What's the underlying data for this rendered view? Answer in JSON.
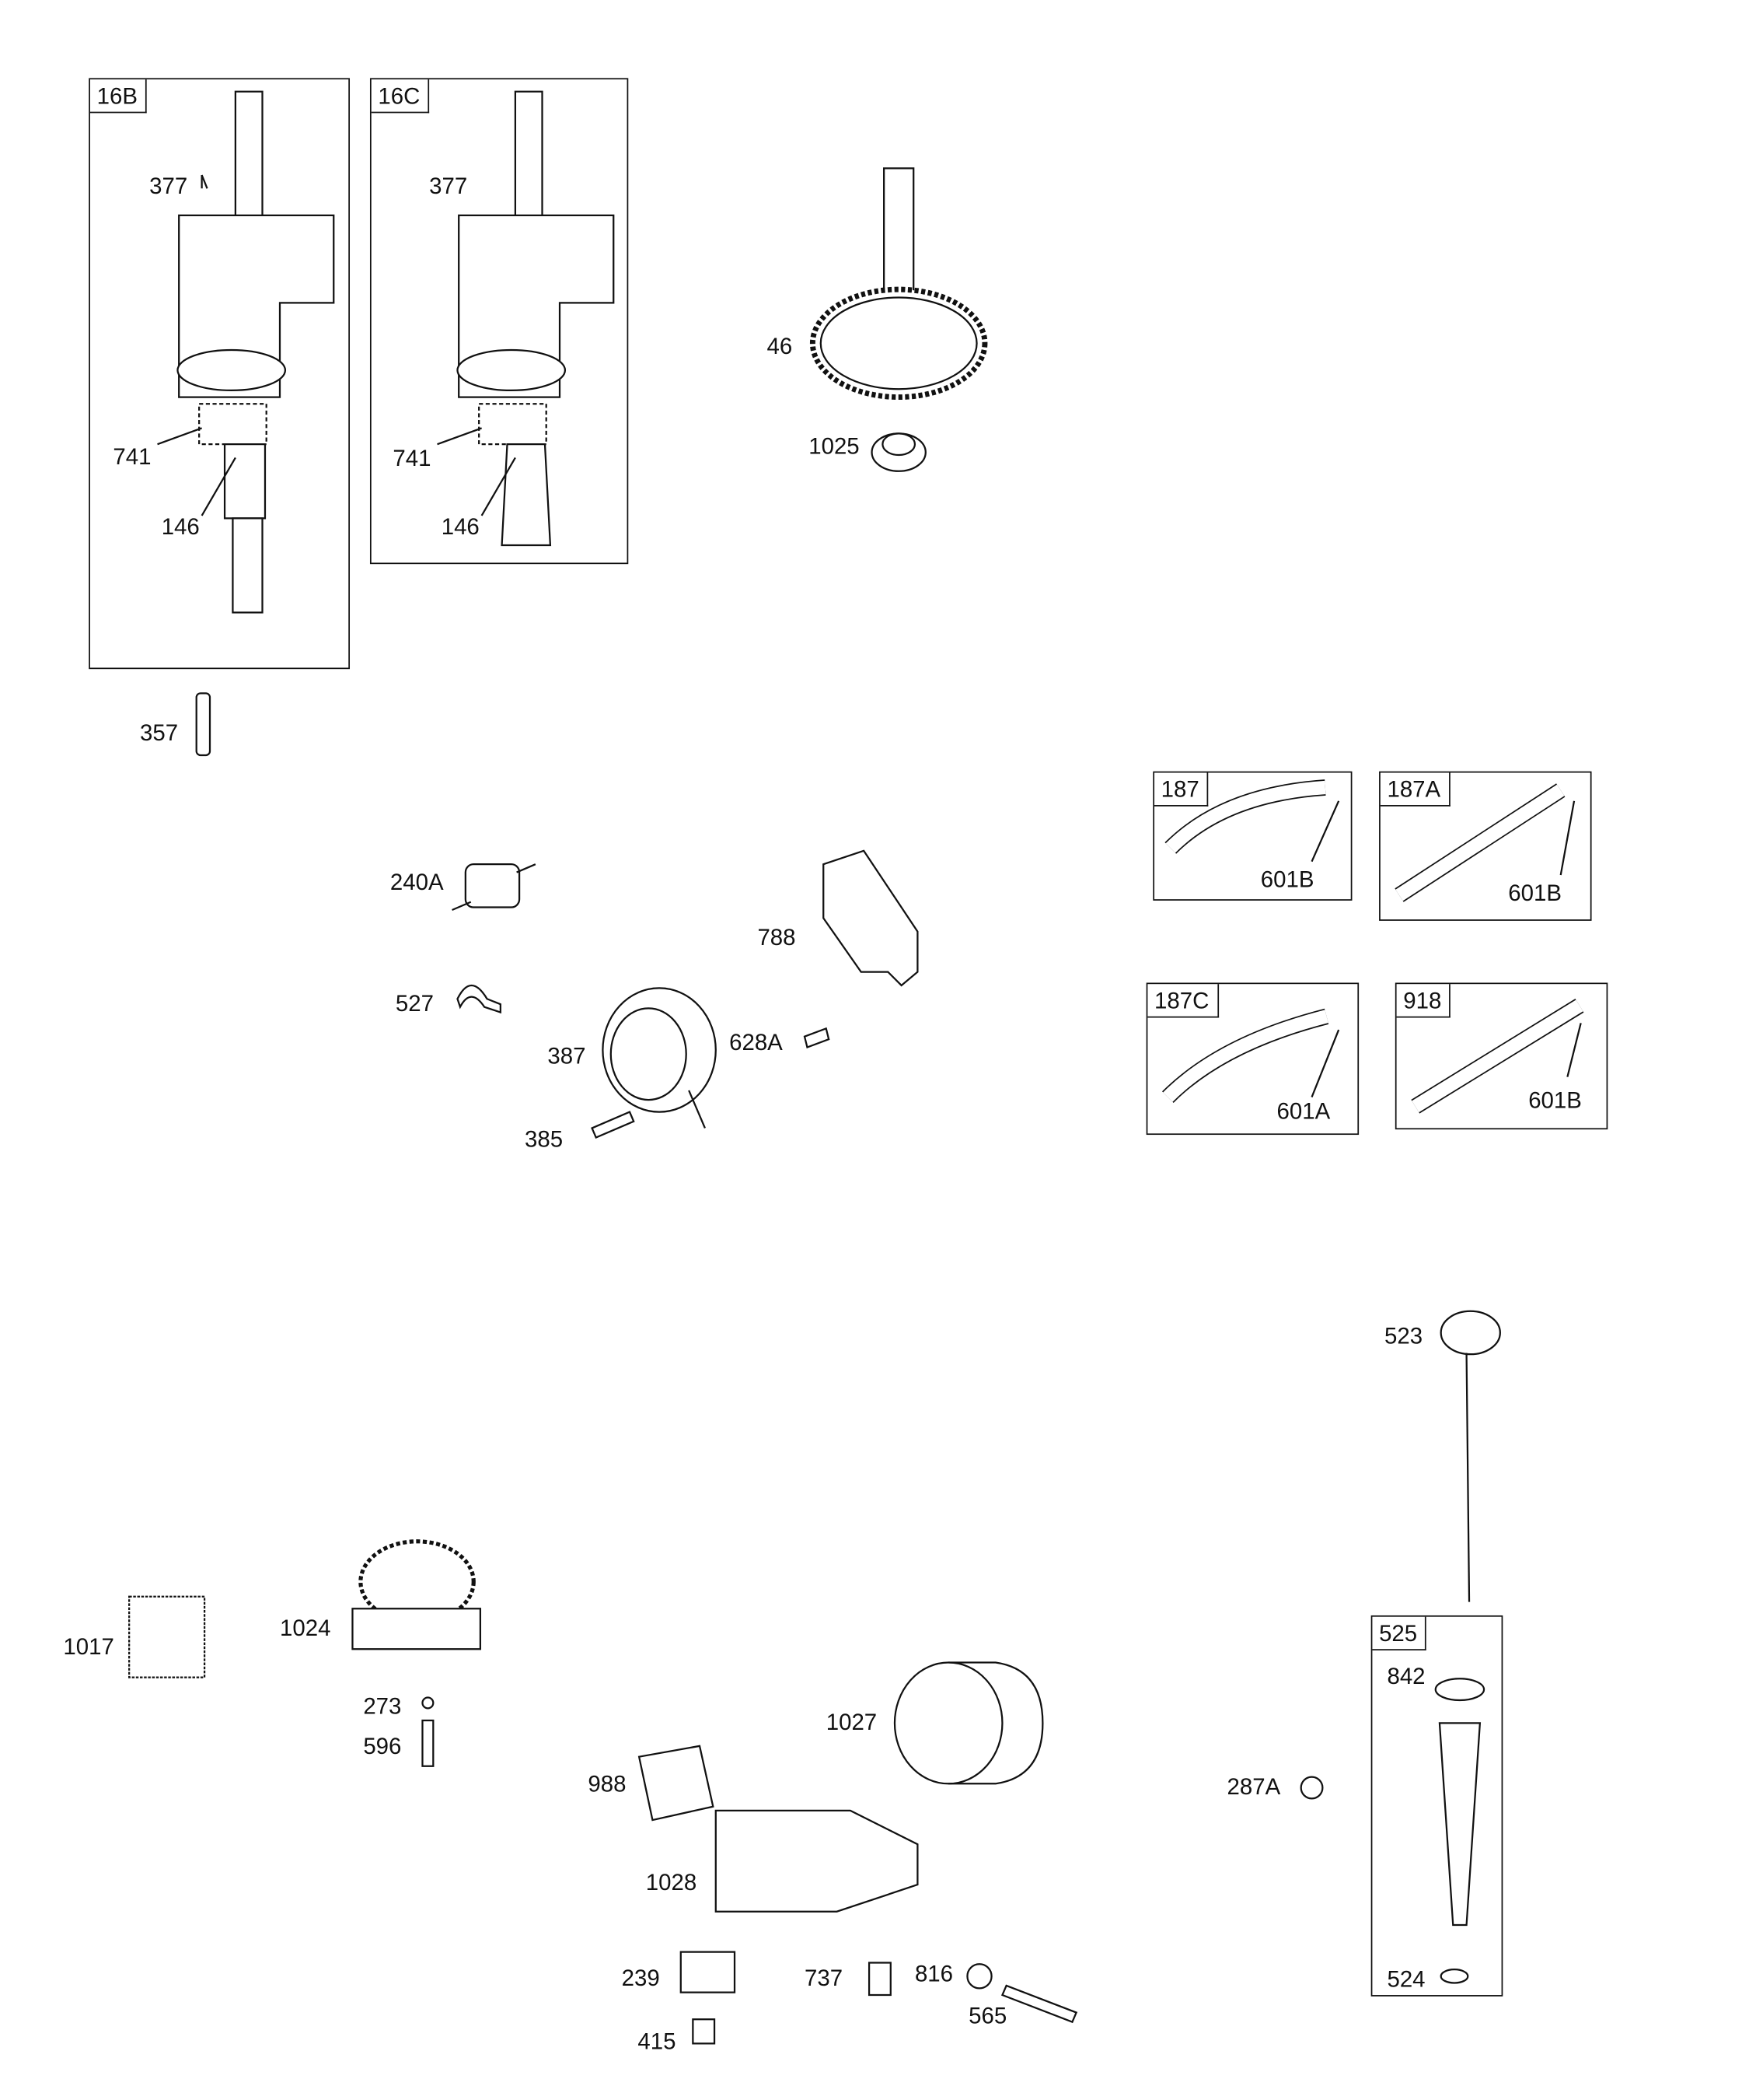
{
  "groups": {
    "g16B": "16B",
    "g16C": "16C",
    "g187": "187",
    "g187A": "187A",
    "g187C": "187C",
    "g918": "918",
    "g525": "525"
  },
  "callouts": {
    "c377a": "377",
    "c741a": "741",
    "c146a": "146",
    "c377b": "377",
    "c741b": "741",
    "c146b": "146",
    "c46": "46",
    "c1025": "1025",
    "c357": "357",
    "c240A": "240A",
    "c527": "527",
    "c788": "788",
    "c387": "387",
    "c628A": "628A",
    "c385": "385",
    "c601B_187": "601B",
    "c601B_187A": "601B",
    "c601A_187C": "601A",
    "c601B_918": "601B",
    "c523": "523",
    "c1017": "1017",
    "c1024": "1024",
    "c273": "273",
    "c596": "596",
    "c1027": "1027",
    "c988": "988",
    "c1028": "1028",
    "c287A": "287A",
    "c842": "842",
    "c524": "524",
    "c239": "239",
    "c737": "737",
    "c816": "816",
    "c565": "565",
    "c415": "415"
  }
}
